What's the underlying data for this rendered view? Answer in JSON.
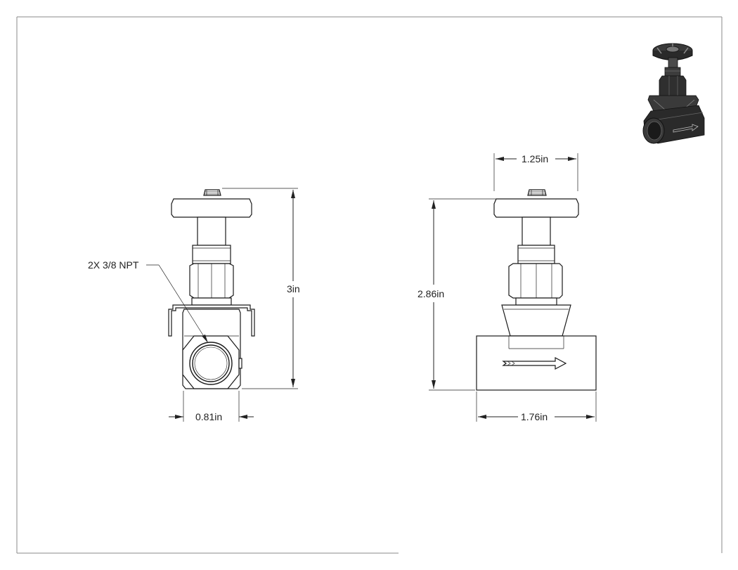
{
  "drawing": {
    "callouts": {
      "ports": "2X 3/8 NPT"
    },
    "dimensions": {
      "front_height": "3in",
      "front_width": "0.81in",
      "side_height": "2.86in",
      "side_handle_width": "1.25in",
      "side_body_width": "1.76in"
    }
  },
  "colors": {
    "line": "#222222",
    "border": "#888888",
    "iso_dark": "#2a2a2a"
  }
}
